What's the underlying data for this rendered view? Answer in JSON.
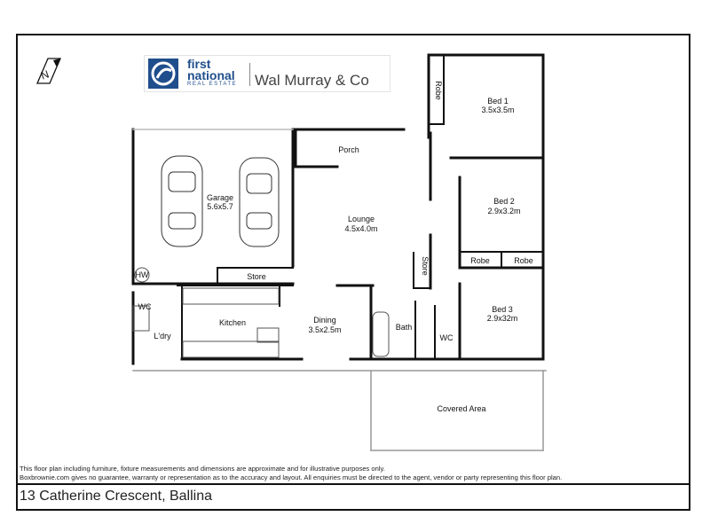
{
  "brand": {
    "logo_line1": "first",
    "logo_line2": "national",
    "logo_line3": "REAL ESTATE",
    "agency": "Wal Murray & Co",
    "color": "#1f4e8c"
  },
  "north_icon": "north-arrow-icon",
  "rooms": {
    "garage": {
      "name": "Garage",
      "dims": "5.6x5.7"
    },
    "porch": {
      "name": "Porch"
    },
    "lounge": {
      "name": "Lounge",
      "dims": "4.5x4.0m"
    },
    "robe_bed1": {
      "name": "Robe"
    },
    "bed1": {
      "name": "Bed 1",
      "dims": "3.5x3.5m"
    },
    "bed2": {
      "name": "Bed 2",
      "dims": "2.9x3.2m"
    },
    "robe_a": {
      "name": "Robe"
    },
    "robe_b": {
      "name": "Robe"
    },
    "store_garage": {
      "name": "Store"
    },
    "store_hall": {
      "name": "Store"
    },
    "hw": {
      "name": "HW"
    },
    "wc_laundry": {
      "name": "WC"
    },
    "kitchen": {
      "name": "Kitchen"
    },
    "laundry": {
      "name": "L'dry"
    },
    "dining": {
      "name": "Dining",
      "dims": "3.5x2.5m"
    },
    "bath": {
      "name": "Bath"
    },
    "wc_bath": {
      "name": "WC"
    },
    "bed3": {
      "name": "Bed 3",
      "dims": "2.9x32m"
    },
    "covered": {
      "name": "Covered Area"
    }
  },
  "disclaimer": [
    "This floor plan including furniture, fixture measurements and dimensions are approximate and for illustrative purposes only.",
    "Boxbrownie.com gives no guarantee, warranty or representation as to the accuracy and layout. All enquiries must be directed to the agent, vendor or party representing this floor plan."
  ],
  "address": "13 Catherine Crescent, Ballina"
}
